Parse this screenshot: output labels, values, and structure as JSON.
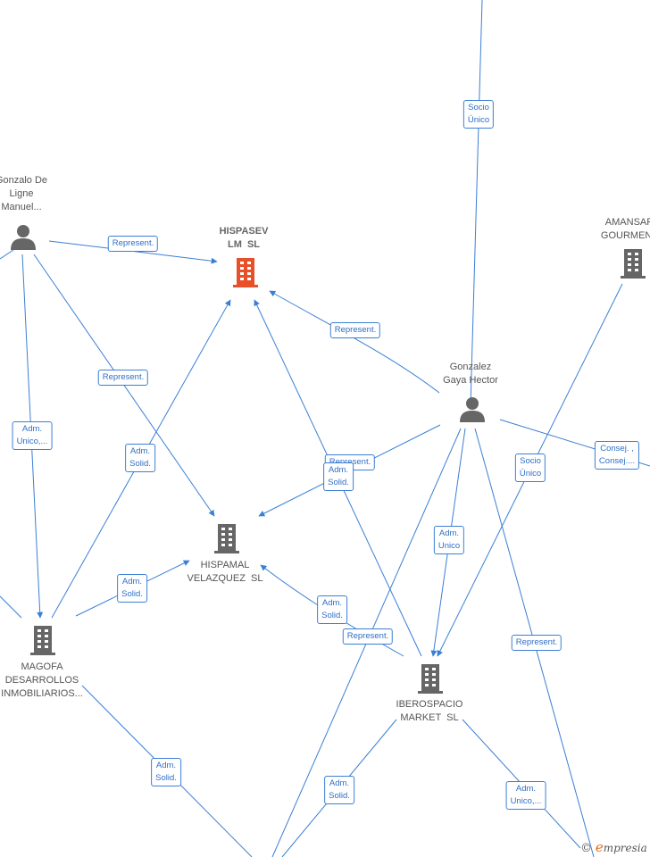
{
  "nodes": {
    "hispasev": {
      "label": "HISPASEV\nLM  SL",
      "kind": "company",
      "color": "#e8502a"
    },
    "hispamal": {
      "label": "HISPAMAL\nVELAZQUEZ  SL",
      "kind": "company",
      "color": "#666666"
    },
    "magofa": {
      "label": "MAGOFA\nDESARROLLOS\nINMOBILIARIOS...",
      "kind": "company",
      "color": "#666666"
    },
    "iberospacio": {
      "label": "IBEROSPACIO\nMARKET  SL",
      "kind": "company",
      "color": "#666666"
    },
    "amansar": {
      "label": "AMANSAR\nGOURMENT",
      "kind": "company",
      "color": "#666666"
    },
    "gonzalo": {
      "label": "Gonzalo De\nLigne\nManuel...",
      "kind": "person",
      "color": "#666666"
    },
    "hector": {
      "label": "Gonzalez\nGaya Hector",
      "kind": "person",
      "color": "#666666"
    }
  },
  "relations": {
    "socio_unico_top": "Socio\nÚnico",
    "gonzalo_hispasev": "Represent.",
    "hector_hispasev": "Represent.",
    "gonzalo_hispamal": "Represent.",
    "gonzalo_magofa": "Adm.\nUnico,...",
    "magofa_hispasev": "Adm.\nSolid.",
    "hector_hispamal_rep": "Represent.",
    "hector_hispamal_adm": "Adm.\nSolid.",
    "hector_consej": "Consej. ,\nConsej....",
    "amansar_socio": "Socio\nÚnico",
    "magofa_hispamal": "Adm.\nSolid.",
    "hector_iberospacio": "Adm.\nUnico",
    "iberospacio_hispamal": "Adm.\nSolid.",
    "iberospacio_rep": "Represent.",
    "hector_rep_bottom": "Represent.",
    "magofa_bottom": "Adm.\nSolid.",
    "iberospacio_bottom": "Adm.\nSolid.",
    "iberospacio_bottom_right": "Adm.\nUnico,..."
  },
  "brand": {
    "copyright": "©",
    "initial": "e",
    "rest": "mpresia"
  },
  "colors": {
    "edge": "#3b7fd4",
    "main_company": "#e8502a",
    "node": "#666666"
  }
}
